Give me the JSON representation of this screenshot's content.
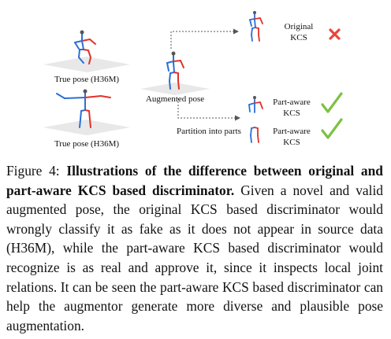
{
  "figure": {
    "labels": {
      "true_pose_1": "True pose (H36M)",
      "true_pose_2": "True pose (H36M)",
      "augmented_pose": "Augmented pose",
      "partition": "Partition into parts",
      "original_kcs_line1": "Original",
      "original_kcs_line2": "KCS",
      "part_aware_1_line1": "Part-aware",
      "part_aware_1_line2": "KCS",
      "part_aware_2_line1": "Part-aware",
      "part_aware_2_line2": "KCS"
    },
    "icons": {
      "reject": "cross-mark-icon",
      "accept": "check-mark-icon"
    },
    "colors": {
      "left_limb": "#2a6fd6",
      "right_limb": "#e0322a",
      "cross": "#e8473b",
      "check": "#7cc242",
      "arrow": "#555555"
    }
  },
  "caption": {
    "prefix": "Figure 4: ",
    "bold": "Illustrations of the difference between original and part-aware KCS based discriminator.",
    "body": " Given a novel and valid augmented pose, the original KCS based discriminator would wrongly classify it as fake as it does not appear in source data (H36M), while the part-aware KCS based discriminator would recognize is as real and approve it, since it inspects local joint relations. It can be seen the part-aware KCS based discriminator can help the augmentor generate more diverse and plausible pose augmentation."
  }
}
